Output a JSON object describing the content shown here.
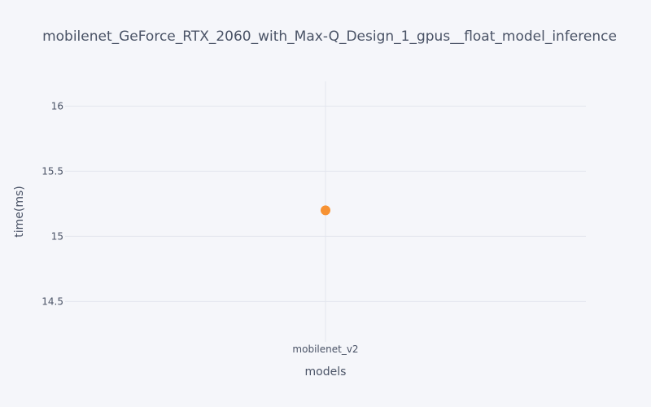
{
  "chart_data": {
    "type": "scatter",
    "title": "mobilenet_GeForce_RTX_2060_with_Max-Q_Design_1_gpus__float_model_inference",
    "xlabel": "models",
    "ylabel": "time(ms)",
    "categories": [
      "mobilenet_v2"
    ],
    "series": [
      {
        "values": [
          15.2
        ],
        "color": "#f79233"
      }
    ],
    "ylim": [
      14.19,
      16.19
    ],
    "yticks": [
      14.5,
      15,
      15.5,
      16
    ],
    "ytick_labels": [
      "14.5",
      "15",
      "15.5",
      "16"
    ],
    "grid": true,
    "legend": "none"
  }
}
